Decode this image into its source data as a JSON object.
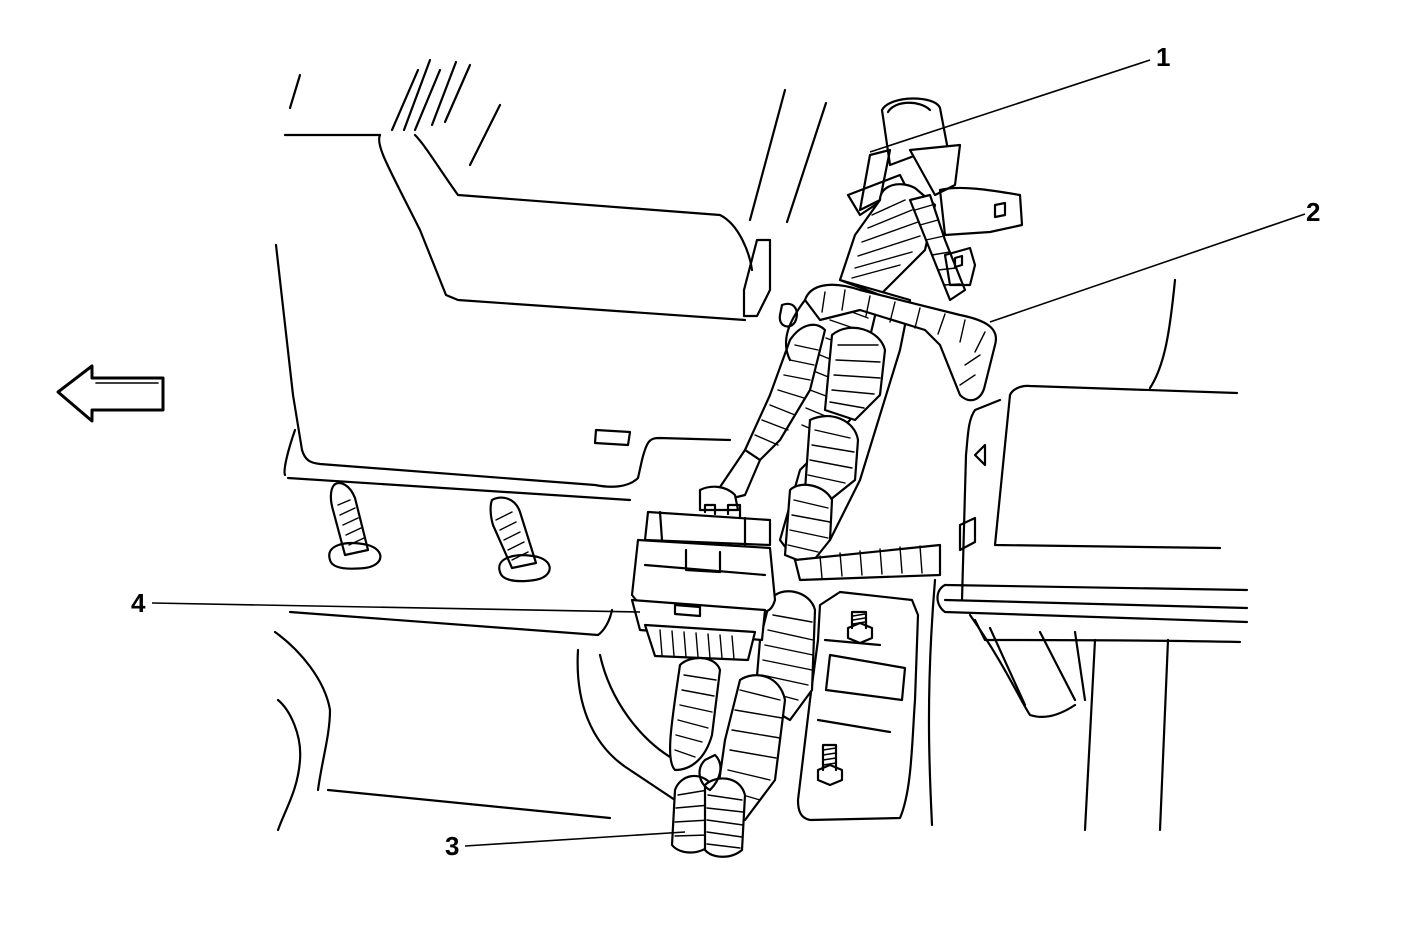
{
  "figure": {
    "callouts": [
      {
        "id": "callout-1",
        "label": "1"
      },
      {
        "id": "callout-2",
        "label": "2"
      },
      {
        "id": "callout-3",
        "label": "3"
      },
      {
        "id": "callout-4",
        "label": "4"
      }
    ],
    "icons": {
      "direction_arrow": "arrow-left-icon"
    },
    "line_color": "#000000",
    "background_color": "#ffffff"
  }
}
